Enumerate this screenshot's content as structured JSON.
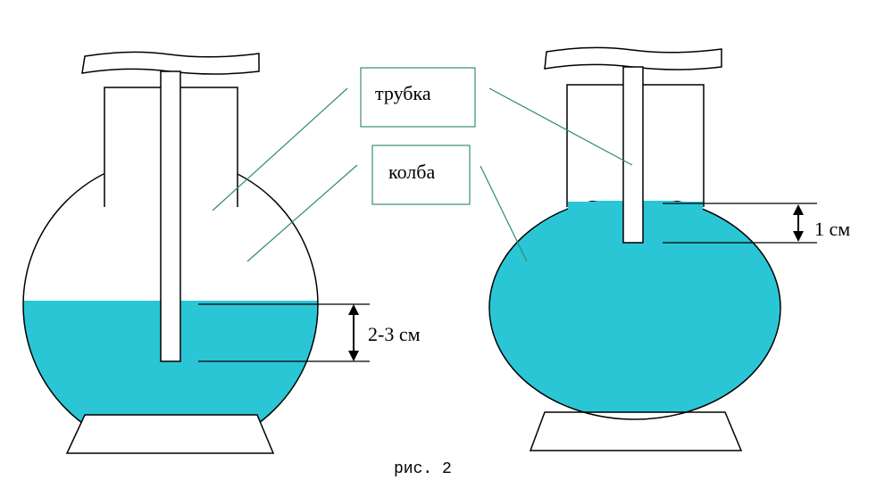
{
  "labels": {
    "tube": "трубка",
    "flask": "колба",
    "depth_left": "2-3 см",
    "depth_right": "1 см"
  },
  "caption": "рис. 2",
  "colors": {
    "water": "#2bc6d6",
    "outline": "#000000",
    "leader": "#2e8b6e",
    "box_border": "#3a8f6a"
  }
}
